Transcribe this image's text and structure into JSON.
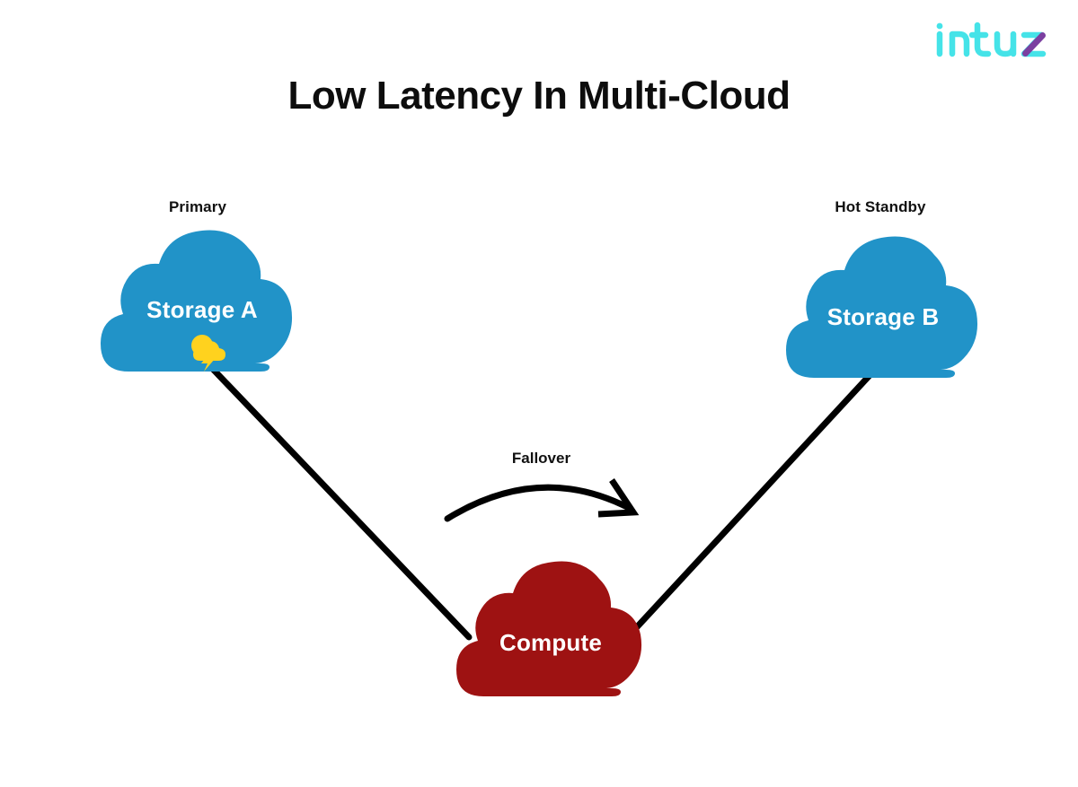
{
  "brand": {
    "logo_text": "Intuz",
    "logo_cyan": "#45E3E8",
    "logo_purple": "#7B3FA0"
  },
  "header": {
    "title": "Low Latency In Multi-Cloud"
  },
  "colors": {
    "cloud_blue": "#2193C8",
    "cloud_red": "#9E1212",
    "edge_black": "#000000",
    "storm_yellow": "#FFD21E",
    "background": "#FFFFFF",
    "text_dark": "#111111",
    "text_light": "#FFFFFF"
  },
  "diagram": {
    "type": "architecture-diagram",
    "nodes": [
      {
        "id": "storage-a",
        "caption": "Primary",
        "label": "Storage A",
        "shape": "cloud",
        "color": "#2193C8",
        "badge": "thunderstorm-icon"
      },
      {
        "id": "storage-b",
        "caption": "Hot Standby",
        "label": "Storage B",
        "shape": "cloud",
        "color": "#2193C8",
        "badge": ""
      },
      {
        "id": "compute",
        "caption": "",
        "label": "Compute",
        "shape": "cloud",
        "color": "#9E1212",
        "badge": ""
      }
    ],
    "edges": [
      {
        "id": "edge-a-compute",
        "from": "storage-a",
        "to": "compute",
        "style": "solid",
        "arrow": false
      },
      {
        "id": "edge-b-compute",
        "from": "storage-b",
        "to": "compute",
        "style": "solid",
        "arrow": false
      }
    ],
    "annotations": [
      {
        "id": "fallover",
        "label": "Fallover",
        "style": "curved-arrow",
        "direction": "left-to-right"
      }
    ]
  }
}
